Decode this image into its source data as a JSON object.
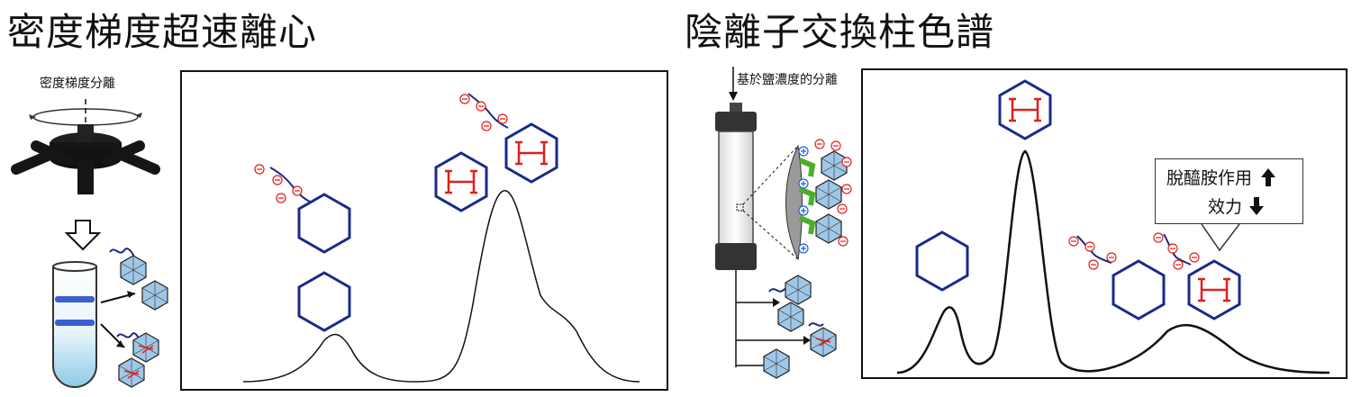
{
  "left": {
    "title": "密度梯度超速離心",
    "centrifuge_label": "密度梯度分離"
  },
  "right": {
    "title": "陰離子交換柱色譜",
    "column_label": "基於鹽濃度的分離",
    "callout": {
      "line1": "脫醯胺作用",
      "line2": "效力",
      "line1_arrow": "up-arrow-icon",
      "line2_arrow": "down-arrow-icon"
    }
  },
  "colors": {
    "hexagon": "#1a2a8a",
    "payload": "#e0201c",
    "band": "#3a5fd0",
    "capsid": "#9fc7e8",
    "ligand": "#4caf28"
  }
}
